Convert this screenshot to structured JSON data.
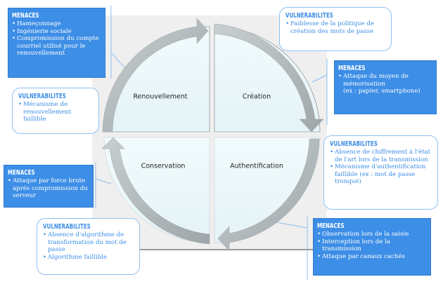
{
  "diagram": {
    "quadrants": [
      {
        "id": "renouvellement",
        "label": "Renouvellement"
      },
      {
        "id": "creation",
        "label": "Création"
      },
      {
        "id": "conservation",
        "label": "Conservation"
      },
      {
        "id": "authentification",
        "label": "Authentification"
      }
    ],
    "colors": {
      "menace_bg": "#3d8ee6",
      "vuln_text": "#3d8ee6",
      "vuln_border": "#8ec0ef",
      "arrow": "#b4bcbe",
      "quadrant_fill": "#eef9fb",
      "panel": "#efefef"
    }
  },
  "boxes": {
    "menaces_renouvellement": {
      "title": "MENACES",
      "items": [
        "Hameçonnage",
        "Ingénierie sociale",
        "Compromission du compte courriel utilisé pour le renouvellement"
      ]
    },
    "vuln_renouvellement": {
      "title": "VULNERABILITES",
      "items": [
        "Mécanisme de renouvellement faillible"
      ]
    },
    "menaces_conservation": {
      "title": "MENACES",
      "items": [
        "Attaque par force brute après compromission du serveur"
      ]
    },
    "vuln_conservation": {
      "title": "VULNERABILITES",
      "items": [
        "Absence d'algorithme de transformation du mot de passe",
        "Algorithme faillible"
      ]
    },
    "vuln_creation": {
      "title": "VULNERABILITES",
      "items": [
        "Faiblesse de la politique de création des mots de passe"
      ]
    },
    "menaces_creation": {
      "title": "MENACES",
      "items": [
        "Attaque du moyen de mémorisation",
        "(ex : papier, smartphone)"
      ]
    },
    "vuln_authentification": {
      "title": "VULNERABILITES",
      "items": [
        "Absence de chiffrement à l'état de l'art lors de la transmission",
        "Mécanisme d'authentification faillible (ex : mot de passe tronqué)"
      ]
    },
    "menaces_authentification": {
      "title": "MENACES",
      "items": [
        "Observation lors de la saisie",
        "Interception lors de la transmission",
        "Attaque par canaux cachés"
      ]
    }
  }
}
